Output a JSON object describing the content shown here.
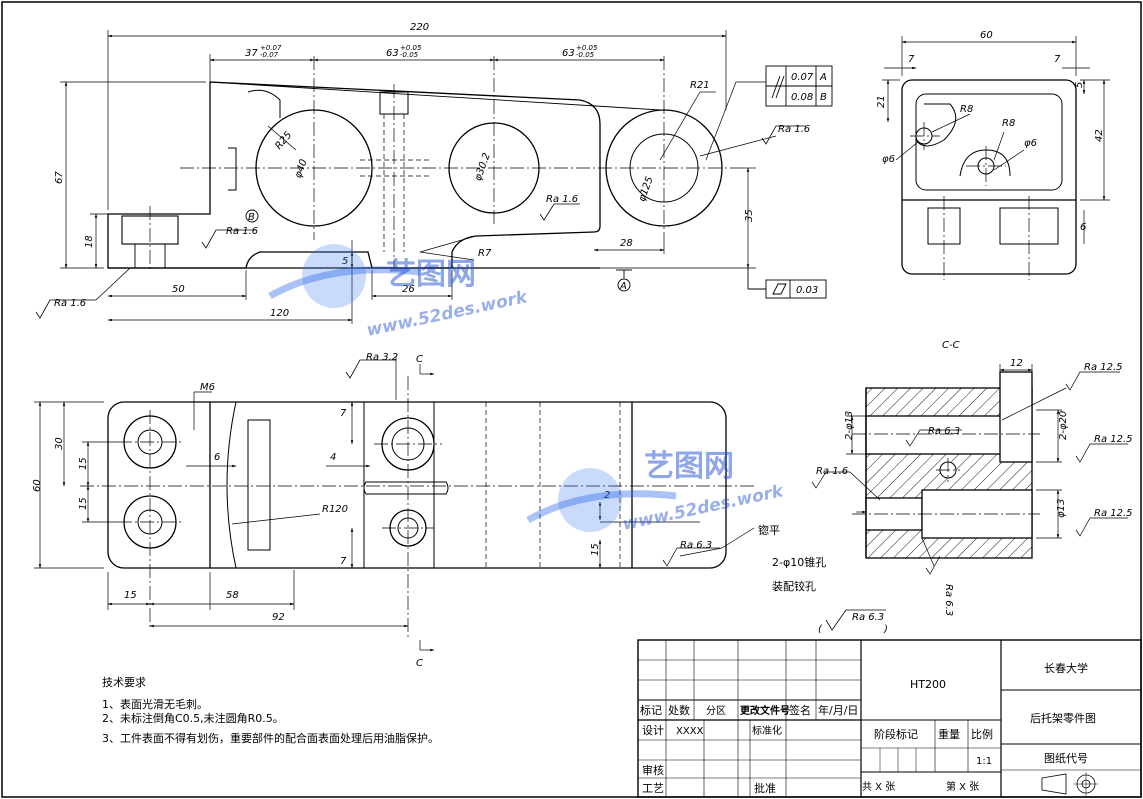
{
  "front_view": {
    "overall_length": "220",
    "pitch_1": "37",
    "pitch_2": "63",
    "pitch_3": "63",
    "tol_upper": "+0.07",
    "tol_lower": "-0.07",
    "tol_upper_b": "+0.05",
    "tol_lower_b": "-0.05",
    "height": "67",
    "base_height": "18",
    "bore_1": "φ40",
    "bore_2": "φ30.2",
    "bore_3": "φ125",
    "radius_1": "R25",
    "radius_2": "R21",
    "radius_3": "R7",
    "roughness": "Ra 1.6",
    "center_height": "35",
    "offset_28": "28",
    "width_50": "50",
    "width_26": "26",
    "width_120": "120",
    "dim_5": "5",
    "datum_a": "A",
    "datum_b": "B",
    "parallel_1": "0.07",
    "parallel_2": "0.08",
    "flatness": "0.03"
  },
  "right_view": {
    "width": "60",
    "edge_7a": "7",
    "edge_7b": "7",
    "dim_21": "21",
    "dim_5": "5",
    "dim_42": "42",
    "dim_6": "6",
    "radius_r8a": "R8",
    "radius_r8b": "R8",
    "hole_a": "φ6",
    "hole_b": "φ6"
  },
  "top_view": {
    "thread": "M6",
    "roughness": "Ra 3.2",
    "section_mark": "C",
    "width_60": "60",
    "dim_30": "30",
    "dim_15a": "15",
    "dim_15b": "15",
    "dim_6": "6",
    "dim_4": "4",
    "dim_7a": "7",
    "dim_7b": "7",
    "dim_2": "2",
    "dim_15c": "15",
    "radius": "R120",
    "dim_15d": "15",
    "dim_58": "58",
    "dim_92": "92",
    "roughness_2": "Ra 6.3",
    "note_ream_flat": "锪平",
    "note_pin_hole": "2-φ10锥孔",
    "note_assembly": "装配铰孔"
  },
  "section_view": {
    "title": "C-C",
    "dim_12": "12",
    "ra_1": "Ra 12.5",
    "ra_2": "Ra 12.5",
    "ra_3": "Ra 12.5",
    "ra_4": "Ra 6.3",
    "ra_5": "Ra 1.6",
    "ra_6": "Ra 6.3",
    "hole_13a": "2-φ13",
    "hole_20": "2-φ20",
    "hole_13b": "φ13"
  },
  "general_roughness": "Ra 6.3",
  "tech_requirements": {
    "title": "技术要求",
    "items": [
      "1、表面光滑无毛刺。",
      "2、未标注倒角C0.5,未注圆角R0.5。",
      "3、工件表面不得有划伤，重要部件的配合面表面处理后用油脂保护。"
    ]
  },
  "title_block": {
    "material": "HT200",
    "company": "长春大学",
    "drawing_name": "后托架零件图",
    "drawing_number_label": "图纸代号",
    "mark": "标记",
    "count": "处数",
    "zone": "分区",
    "change_doc": "更改文件号",
    "signature": "签名",
    "date": "年/月/日",
    "design": "设计",
    "designer": "XXXX",
    "standardization": "标准化",
    "stage_mark": "阶段标记",
    "weight": "重量",
    "scale_label": "比例",
    "scale": "1:1",
    "review": "审核",
    "process": "工艺",
    "approve": "批准",
    "sheets_total": "共 X 张",
    "sheet_no": "第 X 张"
  },
  "watermark": {
    "cn": "艺图网",
    "url": "www.52des.work"
  }
}
